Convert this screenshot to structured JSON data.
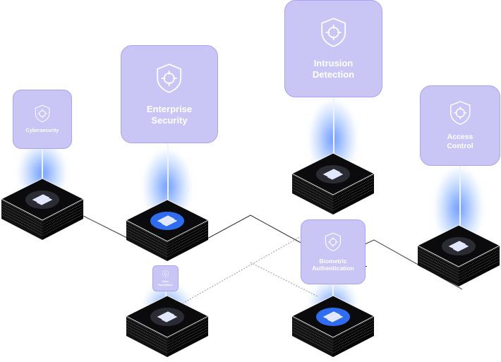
{
  "cards": [
    {
      "id": "cybersecurity",
      "label": "Cybersecurity"
    },
    {
      "id": "enterprise-security",
      "label": "Enterprise Security"
    },
    {
      "id": "intrusion-detection",
      "label": "Intrusion Detection"
    },
    {
      "id": "access-control",
      "label": "Access Control"
    },
    {
      "id": "biometric-authentication",
      "label": "Biometric Authentication"
    },
    {
      "id": "video-surveillance",
      "label": "Video Surveillance"
    }
  ],
  "colors": {
    "card": "#c9c6f6",
    "card_border": "#a8a3ee",
    "server": "#0b0b0d",
    "active_disk": "#2f6cf0",
    "idle_disk": "#2a2b33"
  },
  "servers": [
    {
      "id": "server-cybersecurity",
      "active": false
    },
    {
      "id": "server-enterprise-security",
      "active": true
    },
    {
      "id": "server-intrusion-detection",
      "active": false
    },
    {
      "id": "server-access-control",
      "active": false
    },
    {
      "id": "server-video-surveillance",
      "active": false
    },
    {
      "id": "server-biometric-authentication",
      "active": true
    }
  ]
}
